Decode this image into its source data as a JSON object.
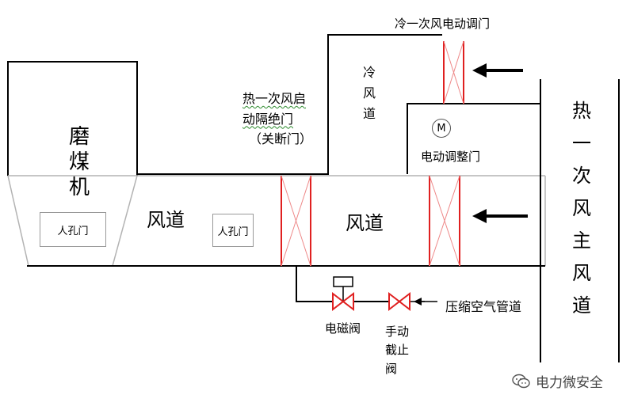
{
  "labels": {
    "mill": [
      "磨",
      "煤",
      "机"
    ],
    "manhole_left": "人孔门",
    "manhole_mid": "人孔门",
    "duct_left": "风道",
    "duct_right": "风道",
    "hot_isolation_gate": [
      "热一次风启",
      "动隔绝门",
      "（关断门）"
    ],
    "cold_duct": [
      "冷",
      "风",
      "道"
    ],
    "cold_damper": "冷一次风电动调门",
    "motor": "M",
    "electric_damper": "电动调整门",
    "hot_main_duct": [
      "热",
      "一",
      "次",
      "风",
      "主",
      "风",
      "道"
    ],
    "solenoid_valve": "电磁阀",
    "manual_valve": [
      "手动",
      "截止",
      "阀"
    ],
    "compressed_air": "压缩空气管道",
    "watermark": "电力微安全"
  },
  "colors": {
    "valve_red": "#e02020",
    "line_black": "#000000",
    "duct_gray": "#b3b3b3"
  }
}
